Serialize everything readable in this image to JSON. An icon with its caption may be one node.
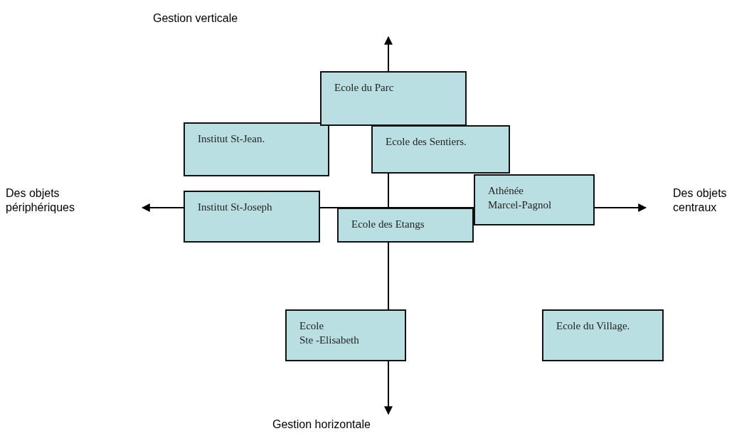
{
  "diagram": {
    "nodes": [
      {
        "text": [
          "Ecole du Parc"
        ]
      },
      {
        "text": [
          "Institut St-Jean."
        ]
      },
      {
        "text": [
          "Ecole des Sentiers."
        ]
      },
      {
        "text": [
          "Institut St-Joseph"
        ]
      },
      {
        "text": [
          "Athénée Marcel-Pagnol"
        ]
      },
      {
        "text": [
          "Ecole des Etangs"
        ]
      },
      {
        "text": [
          "Ecole Ste -Elisabeth"
        ]
      },
      {
        "text": [
          "Ecole du Village."
        ]
      }
    ],
    "labels": [
      "Gestion verticale",
      "Des objets périphériques",
      "Des objets centraux",
      "Gestion horizontale"
    ]
  }
}
